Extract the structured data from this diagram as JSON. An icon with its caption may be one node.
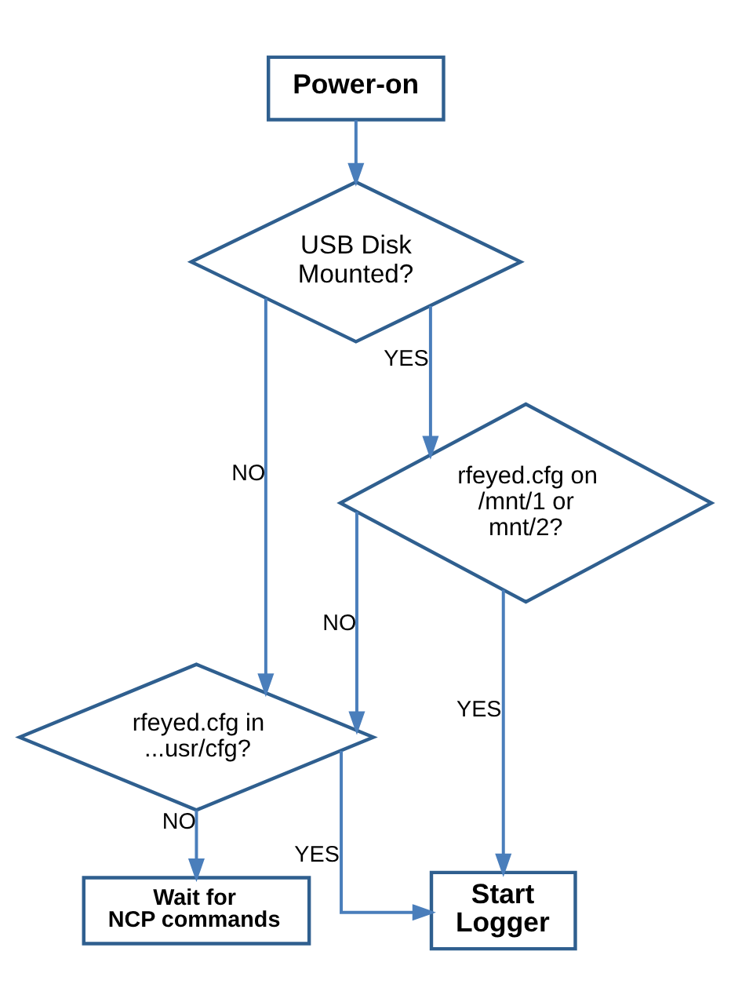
{
  "diagram": {
    "nodes": [
      {
        "text": [
          "Power-on"
        ]
      },
      {
        "text": [
          "USB Disk Mounted?"
        ]
      },
      {
        "text": [
          "rfeyed.cfg on /mnt/1 or mnt/2?"
        ]
      },
      {
        "text": [
          "rfeyed.cfg in ...usr/cfg?"
        ]
      },
      {
        "text": [
          "Wait for NCP commands"
        ]
      },
      {
        "text": [
          "Start Logger"
        ]
      }
    ],
    "edges": [
      {
        "from": 0,
        "to": 1,
        "arrow": "to"
      },
      {
        "from": 1,
        "to": 2,
        "arrow": "to",
        "label": "YES"
      },
      {
        "from": 1,
        "to": 3,
        "arrow": "to",
        "label": "NO"
      },
      {
        "from": 2,
        "to": 3,
        "arrow": "to",
        "label": "NO"
      },
      {
        "from": 2,
        "to": 5,
        "arrow": "to",
        "label": "YES"
      },
      {
        "from": 3,
        "to": 5,
        "arrow": "to",
        "label": "YES"
      },
      {
        "from": 3,
        "to": 4,
        "arrow": "to",
        "label": "NO"
      }
    ]
  }
}
